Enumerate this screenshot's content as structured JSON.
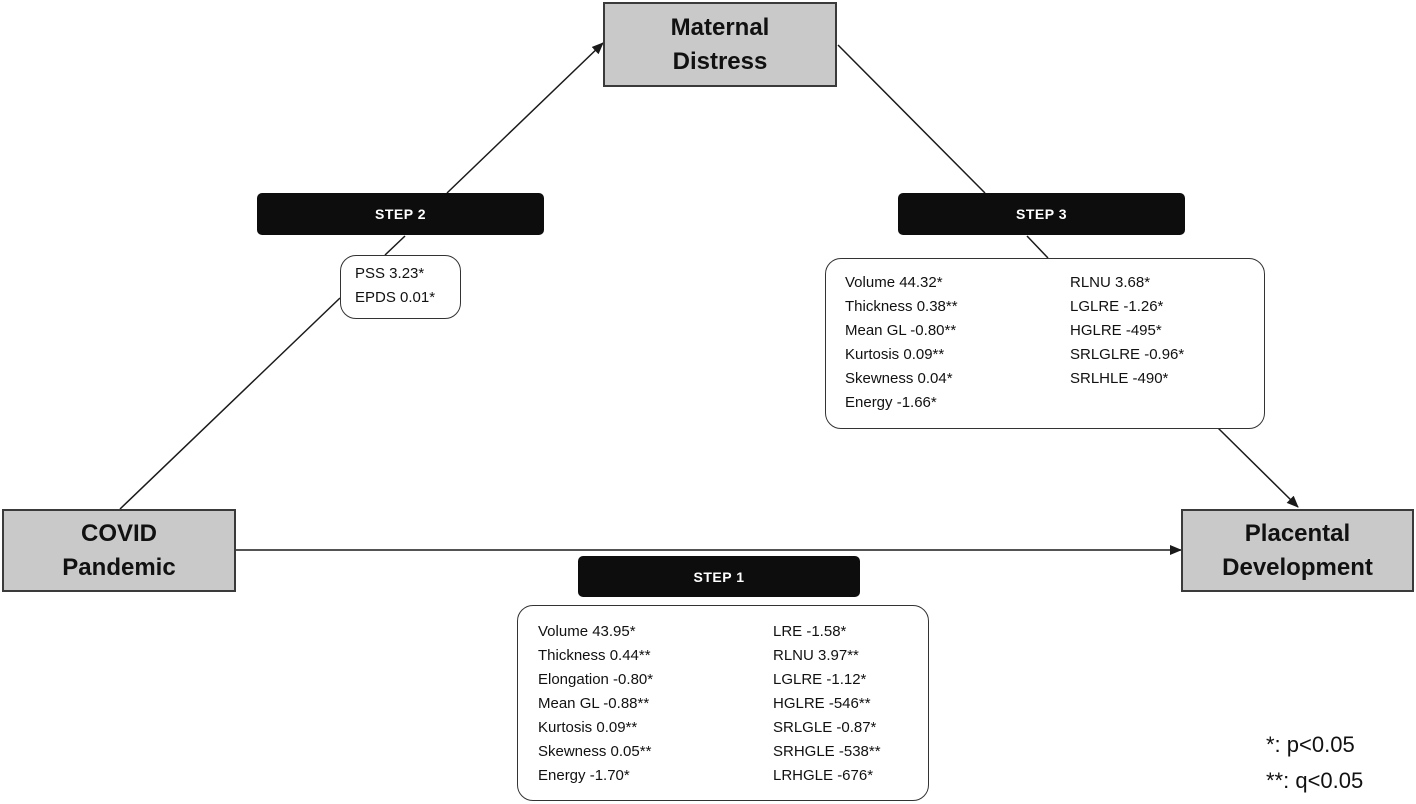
{
  "nodes": {
    "maternal_distress": [
      "Maternal",
      "Distress"
    ],
    "covid_pandemic": [
      "COVID",
      "Pandemic"
    ],
    "placental_development": [
      "Placental",
      "Development"
    ]
  },
  "steps": {
    "step1": "STEP 1",
    "step2": "STEP 2",
    "step3": "STEP 3"
  },
  "step1_results": {
    "left": [
      "Volume  43.95*",
      "Thickness 0.44**",
      "Elongation  -0.80*",
      "Mean GL  -0.88**",
      "Kurtosis  0.09**",
      "Skewness 0.05**",
      "Energy -1.70*"
    ],
    "right": [
      "LRE -1.58*",
      "RLNU 3.97**",
      "LGLRE -1.12*",
      "HGLRE -546**",
      "SRLGLE -0.87*",
      "SRHGLE -538**",
      "LRHGLE -676*"
    ]
  },
  "step2_results": [
    "PSS 3.23*",
    "EPDS 0.01*"
  ],
  "step3_results": {
    "left": [
      "Volume  44.32*",
      "Thickness  0.38**",
      "Mean GL  -0.80**",
      "Kurtosis  0.09**",
      "Skewness 0.04*",
      "Energy -1.66*"
    ],
    "right": [
      "RLNU 3.68*",
      "LGLRE -1.26*",
      "HGLRE -495*",
      "SRLGLRE -0.96*",
      "SRLHLE -490*"
    ]
  },
  "legend": [
    "*: p<0.05",
    "**: q<0.05"
  ],
  "colors": {
    "node_fill": "#c9c9c9",
    "step_fill": "#0d0d0d",
    "line": "#1a1a1a"
  }
}
